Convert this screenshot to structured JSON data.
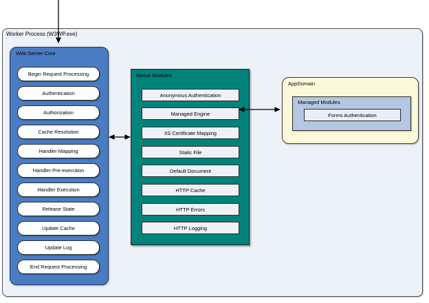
{
  "worker_process": {
    "label": "Worker Process (W3WP.exe)"
  },
  "web_server_core": {
    "label": "Web Server Core",
    "items": [
      "Begin Request Processing",
      "Authentication",
      "Authorization",
      "Cache Resolution",
      "Handler Mapping",
      "Handler Pre-execution",
      "Handler Execution",
      "Release State",
      "Update Cache",
      "Update Log",
      "End Request Processing"
    ]
  },
  "native_modules": {
    "label": "Native Modules",
    "items": [
      "Anonymous Authentication",
      "Managed Engine",
      "IIS Certificate Mapping",
      "Static File",
      "Default Document",
      "HTTP Cache",
      "HTTP Errors",
      "HTTP Logging"
    ]
  },
  "app_domain": {
    "label": "AppDomain",
    "managed_modules": {
      "label": "Managed Modules",
      "items": [
        "Forms Authentication"
      ]
    }
  },
  "icons": {
    "entry_arrow": "arrow-down",
    "core_native_link": "arrow-left-right",
    "engine_appdomain_link": "arrow-left-right"
  },
  "colors": {
    "outer_fill": "#edf1f8",
    "outer_border": "#4f4f4f",
    "core_fill": "#4a7cc3",
    "core_border": "#17375e",
    "native_fill": "#00837b",
    "appdomain_fill": "#fbf9da",
    "managed_fill": "#b5c7e2",
    "module_item_fill": "#eef1f8",
    "pill_fill": "#ffffff",
    "arrow": "#000000",
    "text": "#000000"
  }
}
